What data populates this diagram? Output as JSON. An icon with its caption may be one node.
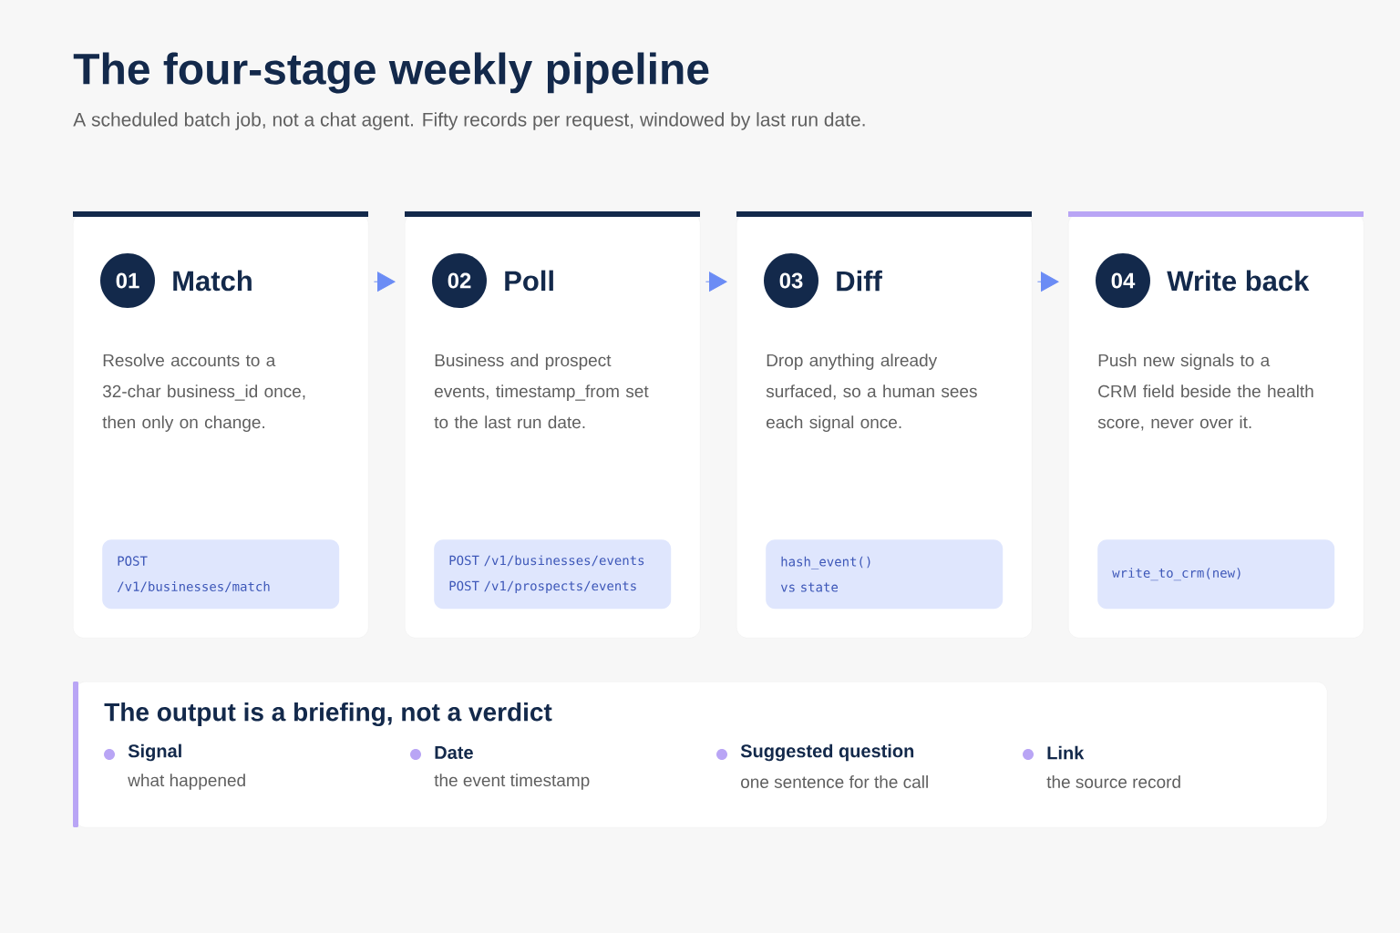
{
  "diagram": {
    "title": "The four-stage weekly pipeline",
    "caption": "A scheduled batch job, not a chat agent. Fifty records per request, windowed by last run date.",
    "nodes": [
      {
        "text": [
          "01",
          "Match",
          "Resolve accounts to a 32-char business_id once, then only on change."
        ]
      },
      {
        "text": [
          "POST /v1/businesses/match"
        ],
        "in": 0
      },
      {
        "text": [
          "02",
          "Poll",
          "Business and prospect events, timestamp_from set to the last run date."
        ]
      },
      {
        "text": [
          "POST /v1/businesses/events POST /v1/prospects/events"
        ],
        "in": 2
      },
      {
        "text": [
          "03",
          "Diff",
          "Drop anything already surfaced, so a human sees each signal once."
        ]
      },
      {
        "text": [
          "hash_event() vs state"
        ],
        "in": 4
      },
      {
        "text": [
          "04",
          "Write back",
          "Push new signals to a CRM field beside the health score, never over it."
        ]
      },
      {
        "text": [
          "write_to_crm(new)"
        ],
        "in": 6
      },
      {
        "text": [
          "The output is a briefing, not a verdict",
          "Signal",
          "what happened",
          "Date",
          "the event timestamp",
          "Suggested question",
          "one sentence for the call",
          "Link",
          "the source record"
        ]
      }
    ],
    "edges": [
      {
        "from": 0,
        "to": 2,
        "arrow": "to"
      },
      {
        "from": 2,
        "to": 4,
        "arrow": "to"
      },
      {
        "from": 4,
        "to": 6,
        "arrow": "to"
      }
    ]
  }
}
